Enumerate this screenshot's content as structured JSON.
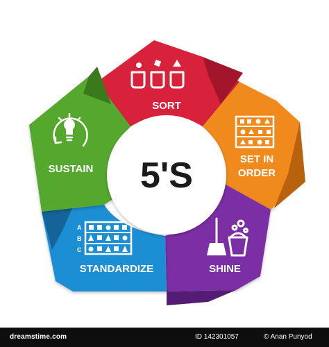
{
  "diagram": {
    "center_label": "5'S",
    "segments": [
      {
        "key": "sort",
        "label": "SORT",
        "color": "#d8203a",
        "shade": "#a3152a",
        "icon": "sorting-bins-icon"
      },
      {
        "key": "set_in_order",
        "label_line1": "SET IN",
        "label_line2": "ORDER",
        "color": "#f08a1c",
        "shade": "#b9620e",
        "icon": "organized-shelf-icon"
      },
      {
        "key": "shine",
        "label": "SHINE",
        "color": "#7b2fa4",
        "shade": "#551c75",
        "icon": "broom-bucket-icon"
      },
      {
        "key": "standardize",
        "label": "STANDARDIZE",
        "color": "#1f8ed4",
        "shade": "#14649a",
        "icon": "checklist-table-icon",
        "row_letters": [
          "A",
          "B",
          "C"
        ]
      },
      {
        "key": "sustain",
        "label": "SUSTAIN",
        "color": "#55a82e",
        "shade": "#3a7a1d",
        "icon": "lightbulb-cycle-icon"
      }
    ]
  },
  "footer": {
    "site": "dreamstime.com",
    "id_text": "ID 142301057",
    "credit": "© Anan Punyod"
  }
}
